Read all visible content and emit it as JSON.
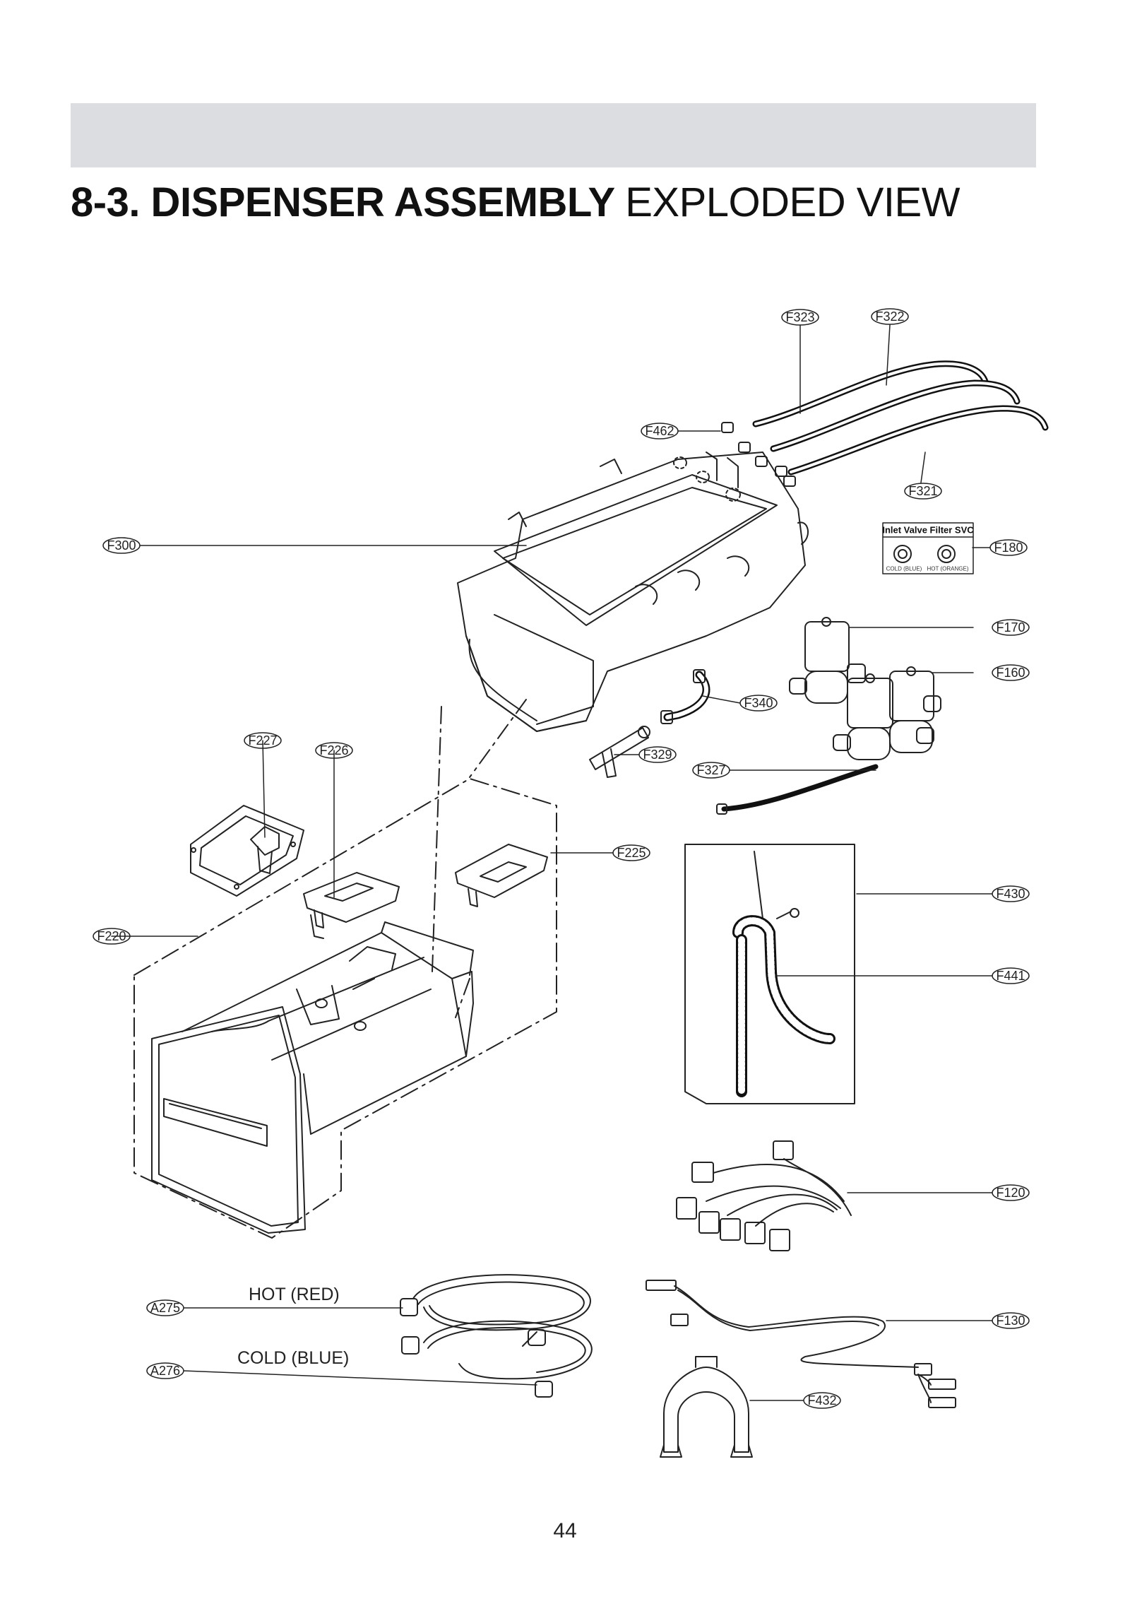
{
  "header": {
    "title_bold": "8-3. DISPENSER ASSEMBLY",
    "title_light": "EXPLODED VIEW"
  },
  "callouts": {
    "F323": "F323",
    "F322": "F322",
    "F462": "F462",
    "F321": "F321",
    "F300": "F300",
    "F180": "F180",
    "F170": "F170",
    "F160": "F160",
    "F340": "F340",
    "F227": "F227",
    "F226": "F226",
    "F329": "F329",
    "F327": "F327",
    "F225": "F225",
    "F430": "F430",
    "F220": "F220",
    "F441": "F441",
    "F120": "F120",
    "F130": "F130",
    "F432": "F432",
    "A275": "A275",
    "A276": "A276"
  },
  "inlet_filter": {
    "title": "Inlet Valve Filter SVC",
    "cold_label": "COLD (BLUE)",
    "hot_label": "HOT (ORANGE)"
  },
  "hoses": {
    "hot_label": "HOT (RED)",
    "cold_label": "COLD (BLUE)"
  },
  "page_number": "44"
}
